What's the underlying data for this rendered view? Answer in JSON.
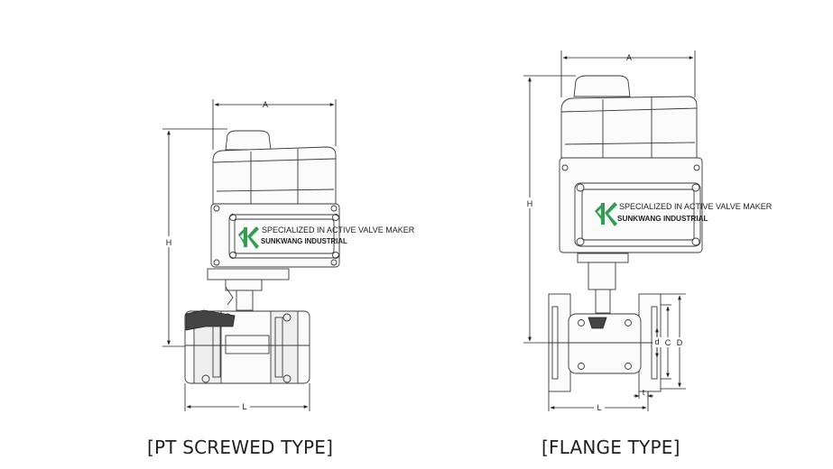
{
  "dimension_labels": {
    "width": "A",
    "height": "H",
    "length": "L",
    "flange_c": "C",
    "flange_d": "D",
    "flange_d_small": "d",
    "flange_t": "t"
  },
  "nameplate": {
    "tagline": "SPECIALIZED IN ACTIVE VALVE MAKER",
    "brand": "SUNKWANG INDUSTRIAL"
  },
  "captions": {
    "screwed": "[PT SCREWED TYPE]",
    "flange": "[FLANGE TYPE]"
  },
  "colors": {
    "logo_green": "#2e9e4f",
    "line": "#3a3a3a"
  }
}
